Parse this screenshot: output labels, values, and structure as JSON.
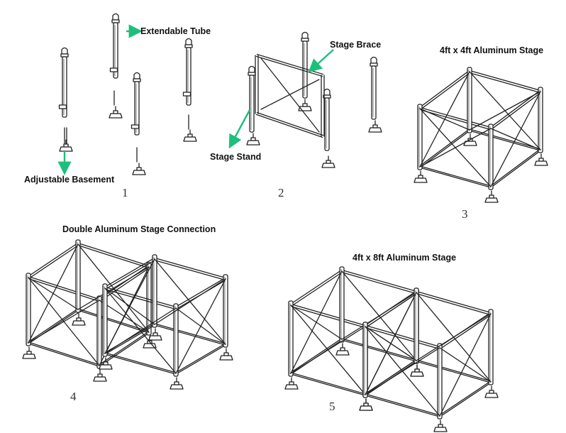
{
  "labels": {
    "extendable_tube": "Extendable Tube",
    "adjustable_basement": "Adjustable Basement",
    "stage_brace": "Stage Brace",
    "stage_stand": "Stage Stand",
    "stage_4x4": "4ft x 4ft Aluminum Stage",
    "double_connection": "Double Aluminum Stage Connection",
    "stage_4x8": "4ft x 8ft Aluminum Stage"
  },
  "steps": [
    "1",
    "2",
    "3",
    "4",
    "5"
  ],
  "colors": {
    "arrow": "#1dbf7c",
    "line": "#222222",
    "background": "#ffffff"
  }
}
